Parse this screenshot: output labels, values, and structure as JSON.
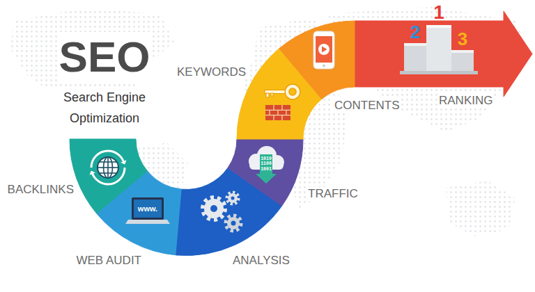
{
  "diagram": {
    "title": "SEO",
    "labels": [
      "Search Engine Optimization",
      "KEYWORDS",
      "CONTENTS",
      "RANKING",
      "BACKLINKS",
      "WEB AUDIT",
      "ANALYSIS",
      "TRAFFIC",
      "www.",
      "1010 1100 1001",
      "2",
      "1",
      "3"
    ]
  }
}
